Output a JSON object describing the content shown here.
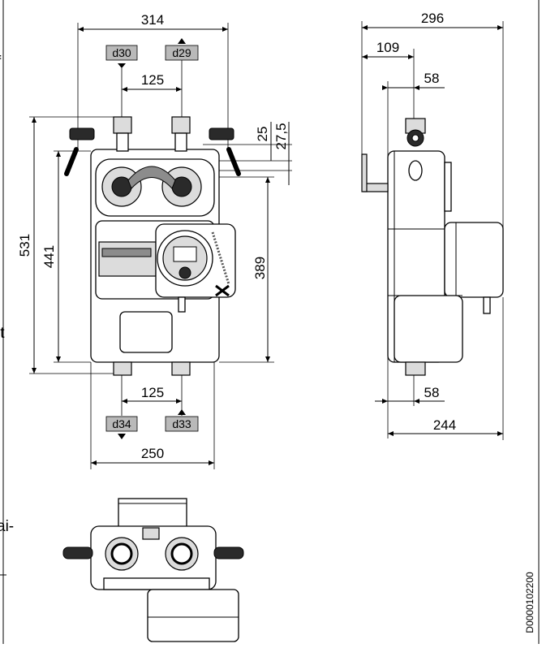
{
  "front_view": {
    "dim_width_top": "314",
    "dim_pipe_spacing_top": "125",
    "dim_25": "25",
    "dim_27_5": "27,5",
    "dim_height_531": "531",
    "dim_height_441": "441",
    "dim_height_389": "389",
    "dim_pipe_spacing_bottom": "125",
    "dim_width_bottom": "250",
    "ports": {
      "d30": "d30",
      "d29": "d29",
      "d34": "d34",
      "d33": "d33"
    }
  },
  "side_view": {
    "dim_depth": "296",
    "dim_109": "109",
    "dim_58_top": "58",
    "dim_58_bottom": "58",
    "dim_244": "244"
  },
  "margin_text": {
    "f": "f",
    "it": "it",
    "ai": "ai-"
  },
  "document_id": "D0000102200"
}
